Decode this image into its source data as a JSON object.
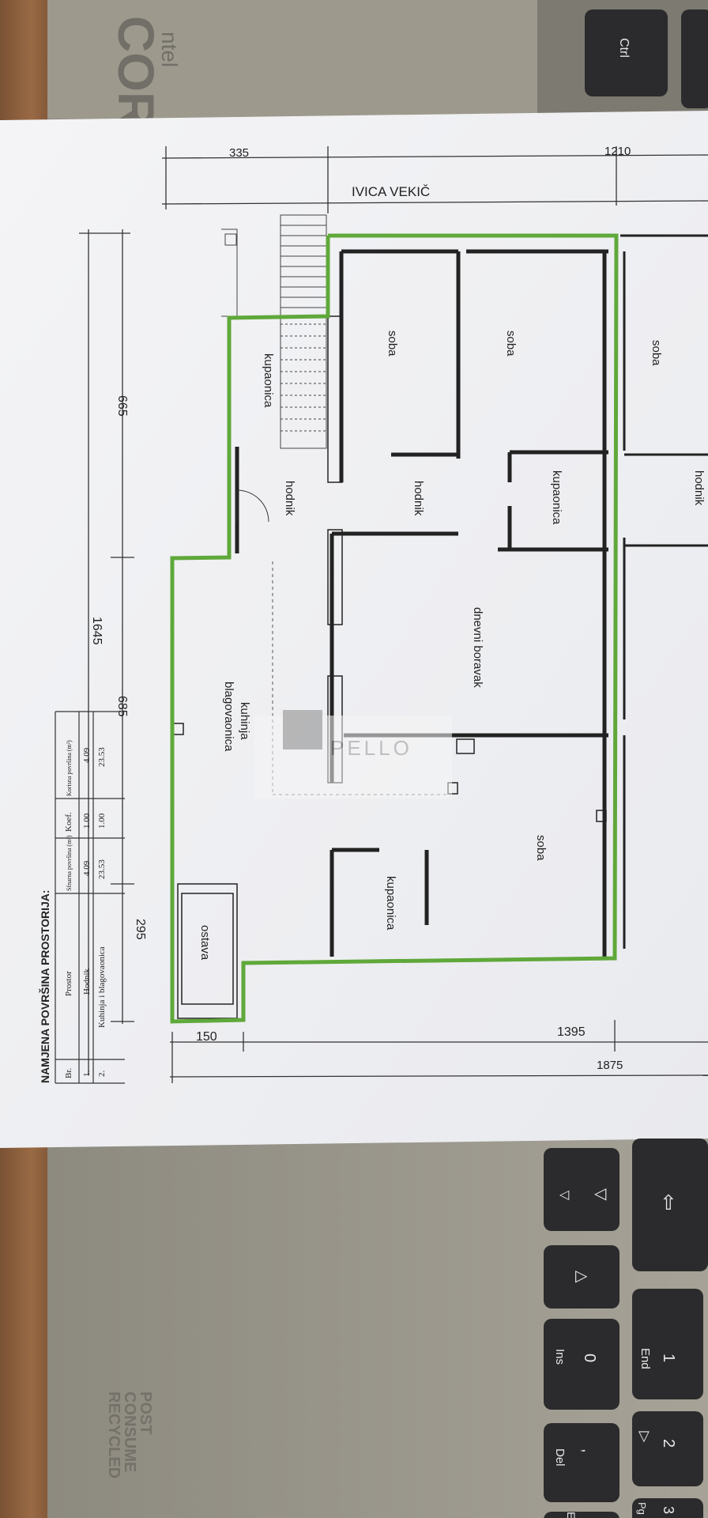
{
  "plan": {
    "owner": "IVICA VEKIČ",
    "dims": {
      "top_left": "335",
      "top_right": "1210",
      "left_665": "665",
      "left_685": "685",
      "left_295": "295",
      "total_1645": "1645",
      "bottom_150": "150",
      "bottom_1395": "1395",
      "bottom_1875": "1875"
    },
    "rooms": {
      "kupaonica_top": "kupaonica",
      "hodnik_left": "hodnik",
      "soba_1": "soba",
      "soba_2": "soba",
      "hodnik_mid": "hodnik",
      "kupaonica_mid": "kupaonica",
      "dnevni_boravak": "dnevni boravak",
      "kuhinja_1": "kuhinja",
      "kuhinja_2": "blagovaonica",
      "soba_3": "soba",
      "kupaonica_bottom": "kupaonica",
      "ostava": "ostava",
      "soba_far": "soba",
      "hodnik_far": "hodnik"
    },
    "watermark": "PELLO",
    "table": {
      "title": "NAMJENA POVRŠINA PROSTORIJA:",
      "headers": [
        "Br.",
        "Prostor",
        "Sfnarna površina (m²)",
        "Koef.",
        "Korisna površina (m²)"
      ],
      "rows": [
        [
          "1.",
          "Hodnik",
          "4.09",
          "1.00",
          "4.09"
        ],
        [
          "2.",
          "Kuhinja i blagovaonica",
          "23.53",
          "1.00",
          "23.53"
        ]
      ]
    }
  },
  "keyboard": {
    "ctrl": "Ctrl",
    "end_num": "1",
    "end_label": "End",
    "zero": "0",
    "ins": "Ins",
    "two": "2",
    "comma": ",",
    "del": "Del",
    "three": "3",
    "pgdn": "Pg Dn",
    "enter": "Enter"
  },
  "mat": {
    "line1": "POST",
    "line2": "CONSUME",
    "line3": "RECYCLED",
    "top_text": "ntel",
    "core_text": "CORE"
  }
}
